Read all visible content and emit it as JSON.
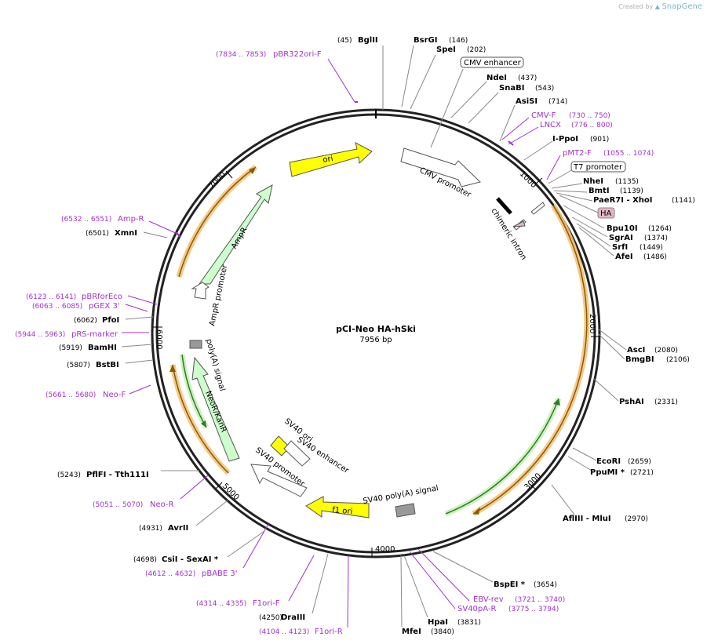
{
  "credit": {
    "prefix": "Created by",
    "brand": "SnapGene"
  },
  "plasmid": {
    "name": "pCI-Neo HA-hSki",
    "size": "7956 bp"
  },
  "ticks": [
    "1000",
    "2000",
    "3000",
    "4000",
    "5000",
    "6000",
    "7000"
  ],
  "enzymes": [
    {
      "name": "BglII",
      "pos": "(45)"
    },
    {
      "name": "BsrGI",
      "pos": "(146)"
    },
    {
      "name": "SpeI",
      "pos": "(202)"
    },
    {
      "name": "NdeI",
      "pos": "(437)"
    },
    {
      "name": "SnaBI",
      "pos": "(543)"
    },
    {
      "name": "AsiSI",
      "pos": "(714)"
    },
    {
      "name": "I-PpoI",
      "pos": "(901)"
    },
    {
      "name": "NheI",
      "pos": "(1135)"
    },
    {
      "name": "BmtI",
      "pos": "(1139)"
    },
    {
      "name": "PaeR7I  - XhoI",
      "pos": "(1141)"
    },
    {
      "name": "Bpu10I",
      "pos": "(1264)"
    },
    {
      "name": "SgrAI",
      "pos": "(1374)"
    },
    {
      "name": "SrfI",
      "pos": "(1449)"
    },
    {
      "name": "AfeI",
      "pos": "(1486)"
    },
    {
      "name": "AscI",
      "pos": "(2080)"
    },
    {
      "name": "BmgBI",
      "pos": "(2106)"
    },
    {
      "name": "PshAI",
      "pos": "(2331)"
    },
    {
      "name": "EcoRI",
      "pos": "(2659)"
    },
    {
      "name": "PpuMI *",
      "pos": "(2721)"
    },
    {
      "name": "AflIII  - MluI",
      "pos": "(2970)"
    },
    {
      "name": "BspEI *",
      "pos": "(3654)"
    },
    {
      "name": "HpaI",
      "pos": "(3831)"
    },
    {
      "name": "MfeI",
      "pos": "(3840)"
    },
    {
      "name": "DraIII",
      "pos": "(4250)"
    },
    {
      "name": "CsiI  - SexAI *",
      "pos": "(4698)"
    },
    {
      "name": "AvrII",
      "pos": "(4931)"
    },
    {
      "name": "PflFI  - Tth111I",
      "pos": "(5243)"
    },
    {
      "name": "BstBI",
      "pos": "(5807)"
    },
    {
      "name": "BamHI",
      "pos": "(5919)"
    },
    {
      "name": "PfoI",
      "pos": "(6062)"
    },
    {
      "name": "XmnI",
      "pos": "(6501)"
    }
  ],
  "primers": [
    {
      "name": "pBR322ori-F",
      "pos": "(7834 .. 7853)"
    },
    {
      "name": "CMV-F",
      "pos": "(730 .. 750)"
    },
    {
      "name": "LNCX",
      "pos": "(776 .. 800)"
    },
    {
      "name": "pMT2-F",
      "pos": "(1055 .. 1074)"
    },
    {
      "name": "EBV-rev",
      "pos": "(3721 .. 3740)"
    },
    {
      "name": "SV40pA-R",
      "pos": "(3775 .. 3794)"
    },
    {
      "name": "F1ori-R",
      "pos": "(4104 .. 4123)"
    },
    {
      "name": "F1ori-F",
      "pos": "(4314 .. 4335)"
    },
    {
      "name": "pBABE 3'",
      "pos": "(4612 .. 4632)"
    },
    {
      "name": "Neo-R",
      "pos": "(5051 .. 5070)"
    },
    {
      "name": "Neo-F",
      "pos": "(5661 .. 5680)"
    },
    {
      "name": "pRS-marker",
      "pos": "(5944 .. 5963)"
    },
    {
      "name": "pGEX 3'",
      "pos": "(6063 .. 6085)"
    },
    {
      "name": "pBRforEco",
      "pos": "(6123 .. 6141)"
    },
    {
      "name": "Amp-R",
      "pos": "(6532 .. 6551)"
    }
  ],
  "boxed_features": [
    {
      "name": "CMV enhancer"
    },
    {
      "name": "T7 promoter"
    },
    {
      "name": "HA"
    }
  ],
  "features": [
    {
      "name": "ori"
    },
    {
      "name": "CMV promoter"
    },
    {
      "name": "chimeric intron"
    },
    {
      "name": "AmpR"
    },
    {
      "name": "AmpR promoter"
    },
    {
      "name": "poly(A) signal"
    },
    {
      "name": "NeoR/KanR"
    },
    {
      "name": "SV40 ori"
    },
    {
      "name": "SV40 enhancer"
    },
    {
      "name": "SV40 promoter"
    },
    {
      "name": "f1 ori"
    },
    {
      "name": "SV40 poly(A) signal"
    }
  ],
  "colors": {
    "ori": "#ffff00",
    "ampr": "#ccffcc",
    "neor": "#ccffcc",
    "poly_a": "#999999",
    "orf_highlight": "#f5c27a",
    "orf_line": "#8a5a00",
    "green_orf_line": "#2e7d1e",
    "primer": "#a030d0",
    "ha_box": "#e6b3c6"
  }
}
